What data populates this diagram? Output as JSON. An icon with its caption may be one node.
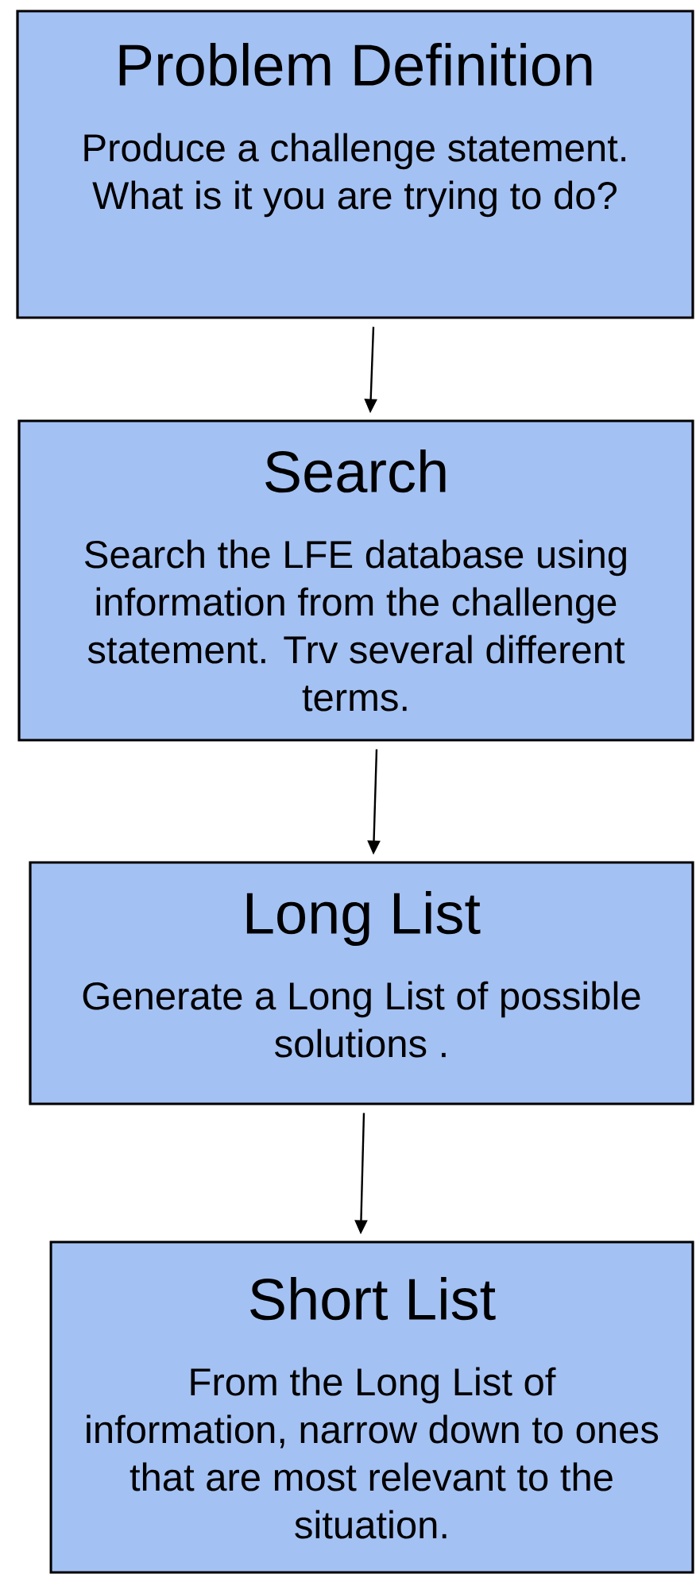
{
  "diagram": {
    "nodes": [
      {
        "text": [
          "Problem Definition",
          "Produce a challenge statement. What is it you are trying to do?"
        ]
      },
      {
        "text": [
          "Search",
          "Search the LFE database using information from the challenge statement. Trv several different terms."
        ]
      },
      {
        "text": [
          "Long List",
          "Generate a Long List of possible solutions ."
        ]
      },
      {
        "text": [
          "Short List",
          "From the Long List of information, narrow down to ones that are most relevant to the situation."
        ]
      }
    ],
    "edges": [
      {
        "from": 0,
        "to": 1,
        "arrow": "to"
      },
      {
        "from": 1,
        "to": 2,
        "arrow": "to"
      },
      {
        "from": 2,
        "to": 3,
        "arrow": "to"
      }
    ]
  }
}
